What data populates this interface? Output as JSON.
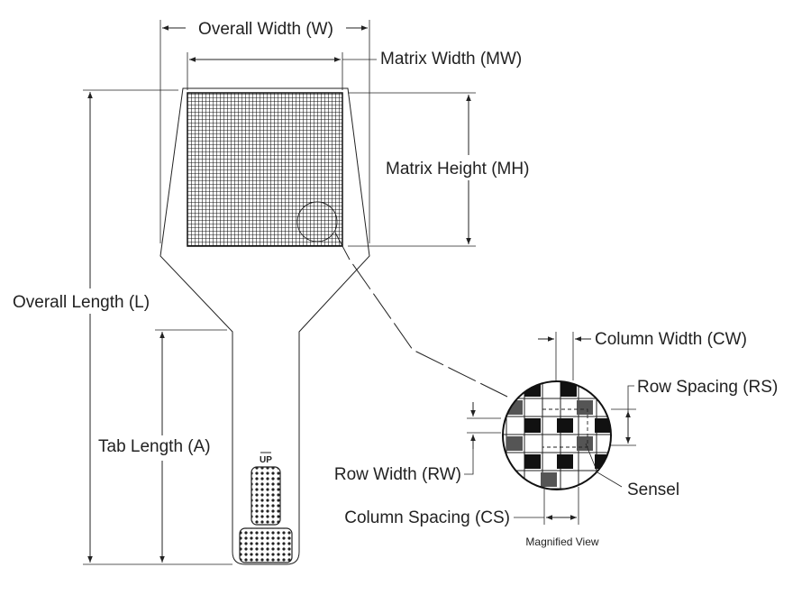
{
  "labels": {
    "overall_width": "Overall Width (W)",
    "matrix_width": "Matrix Width (MW)",
    "matrix_height": "Matrix Height (MH)",
    "overall_length": "Overall Length (L)",
    "tab_length": "Tab Length (A)",
    "column_width": "Column Width (CW)",
    "row_spacing": "Row Spacing (RS)",
    "row_width": "Row Width (RW)",
    "sensel": "Sensel",
    "column_spacing": "Column Spacing (CS)",
    "magnified_view": "Magnified View",
    "up_marker": "UP"
  },
  "colors": {
    "line": "#222222",
    "cell_dark": "#111111",
    "background": "#ffffff"
  }
}
